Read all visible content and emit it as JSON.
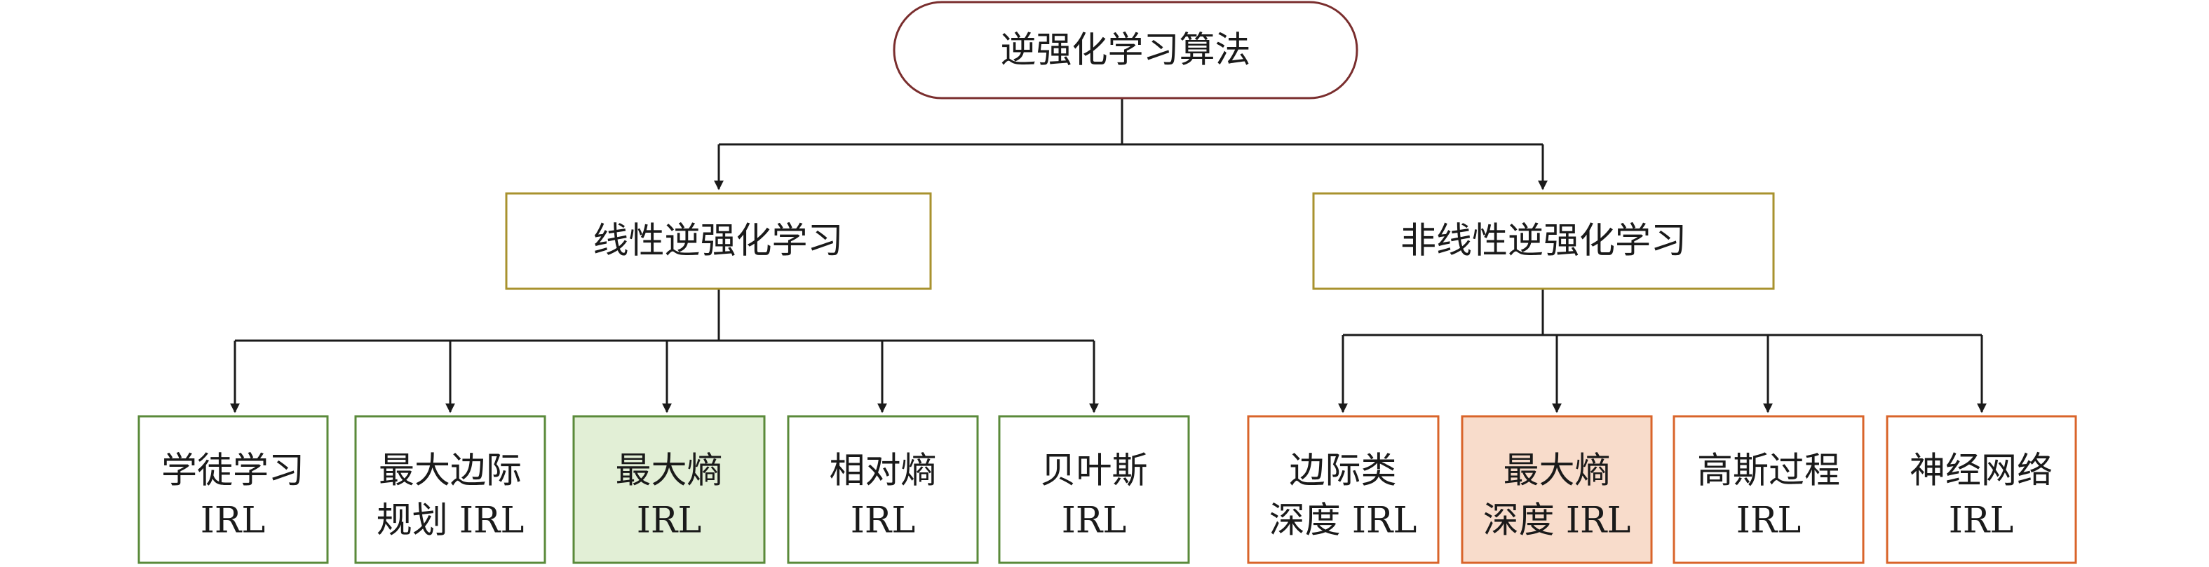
{
  "root": {
    "label": "逆强化学习算法"
  },
  "branches": [
    {
      "label": "线性逆强化学习",
      "leaves": [
        {
          "lines": [
            "学徒学习",
            "IRL"
          ]
        },
        {
          "lines": [
            "最大边际",
            "规划 IRL"
          ]
        },
        {
          "lines": [
            "最大熵",
            "IRL"
          ],
          "highlight": true
        },
        {
          "lines": [
            "相对熵",
            "IRL"
          ]
        },
        {
          "lines": [
            "贝叶斯",
            "IRL"
          ]
        }
      ]
    },
    {
      "label": "非线性逆强化学习",
      "leaves": [
        {
          "lines": [
            "边际类",
            "深度 IRL"
          ]
        },
        {
          "lines": [
            "最大熵",
            "深度 IRL"
          ],
          "highlight": true
        },
        {
          "lines": [
            "高斯过程",
            "IRL"
          ]
        },
        {
          "lines": [
            "神经网络",
            "IRL"
          ]
        }
      ]
    }
  ],
  "colors": {
    "root_border": "#7a2e2e",
    "branch_border": "#a8922e",
    "linear_leaf_border": "#5a8a3a",
    "linear_leaf_highlight_fill": "#e2efd6",
    "nonlinear_leaf_border": "#d9642a",
    "nonlinear_leaf_highlight_fill": "#f8dccb",
    "connector": "#1a1a1a"
  }
}
